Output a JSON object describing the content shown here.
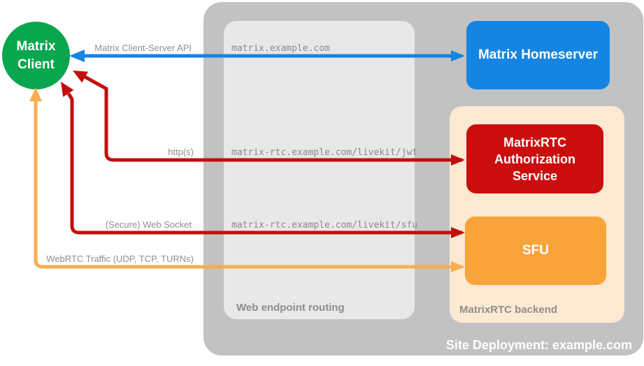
{
  "colors": {
    "green": "#0aa64f",
    "blue": "#1585e3",
    "red": "#cb0d0d",
    "red-arrow": "#c40d0d",
    "orange": "#f9a43b",
    "orange-arrow": "#f8ad52",
    "outer-gray": "#c2c2c2",
    "inner-gray": "#e8e8e8",
    "peach": "#fce9d2",
    "label-gray": "#8e8e8e",
    "url-gray": "#8a8a8a"
  },
  "client": {
    "lines": [
      "Matrix",
      "Client"
    ]
  },
  "homeserver": {
    "label": "Matrix Homeserver"
  },
  "routing": {
    "label": "Web endpoint routing",
    "endpoints": [
      "matrix.example.com",
      "matrix-rtc.example.com/livekit/jwt",
      "matrix-rtc.example.com/livekit/sfu"
    ]
  },
  "backend": {
    "label": "MatrixRTC backend",
    "auth_service": {
      "lines": [
        "MatrixRTC",
        "Authorization",
        "Service"
      ]
    },
    "sfu": {
      "label": "SFU"
    }
  },
  "connections": [
    {
      "label": "Matrix Client-Server API",
      "color": "#1585e3"
    },
    {
      "label": "http(s)",
      "color": "#c40d0d"
    },
    {
      "label": "(Secure) Web Socket",
      "color": "#c40d0d"
    },
    {
      "label": "WebRTC Traffic (UDP, TCP, TURNs)",
      "color": "#f8ad52"
    }
  ],
  "footer": {
    "title": "Site Deployment: example.com"
  }
}
